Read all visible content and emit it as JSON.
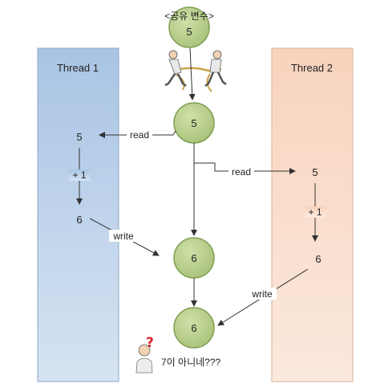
{
  "title": "<공유 변수>",
  "threads": [
    {
      "label": "Thread 1",
      "color_top": "#a9c4e4",
      "color_bottom": "#d6e3f2"
    },
    {
      "label": "Thread 2",
      "color_top": "#f8d3bd",
      "color_bottom": "#fbe9dd"
    }
  ],
  "shared_nodes": [
    "5",
    "5",
    "6",
    "6"
  ],
  "thread1_values": {
    "read": "5",
    "op": "+ 1",
    "result": "6"
  },
  "thread2_values": {
    "read": "5",
    "op": "+ 1",
    "result": "6"
  },
  "labels": {
    "read": "read",
    "write": "write"
  },
  "question_text": "7이 아니네???",
  "colors": {
    "node_fill": "#b9d08f",
    "node_stroke": "#7f9f52",
    "arrow": "#333333",
    "question_mark": "#d9232a"
  }
}
